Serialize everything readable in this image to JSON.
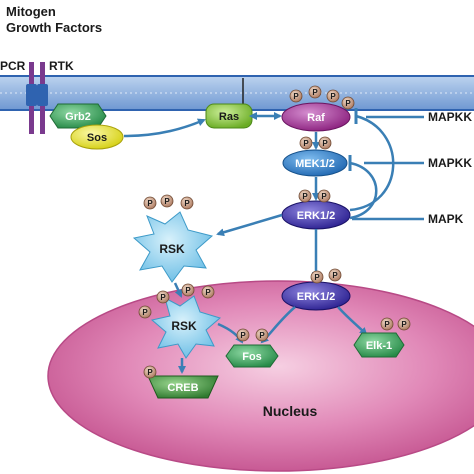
{
  "title": {
    "line1": "Mitogen",
    "line2": "Growth Factors"
  },
  "receptors": {
    "gpcr": "PCR",
    "rtk": "RTK"
  },
  "nodes": {
    "grb2": "Grb2",
    "sos": "Sos",
    "ras": "Ras",
    "raf": "Raf",
    "mek": "MEK1/2",
    "erk_cyto": "ERK1/2",
    "rsk_cyto": "RSK",
    "rsk_nuc": "RSK",
    "erk_nuc": "ERK1/2",
    "fos": "Fos",
    "elk": "Elk-1",
    "creb": "CREB"
  },
  "phospho": "P",
  "nucleus": "Nucleus",
  "tiers": {
    "mapkkk": "MAPKK",
    "mapkk": "MAPKK",
    "mapk": "MAPK"
  },
  "colors": {
    "arrow": "#3a7fb5",
    "raf": "#9c2a8e",
    "mek": "#2e7ec4",
    "erk": "#3d2fa5",
    "rsk": "#7fd0ee",
    "ras": "#8ecf3d",
    "sos": "#e9e62c",
    "grb2": "#35a354",
    "fos": "#2fa569",
    "creb": "#3a8a3a",
    "nucleus": "#ce5d97",
    "phospho": "#b98a6c",
    "membrane": "#2f63b0",
    "receptor": "#7a3a8e"
  }
}
